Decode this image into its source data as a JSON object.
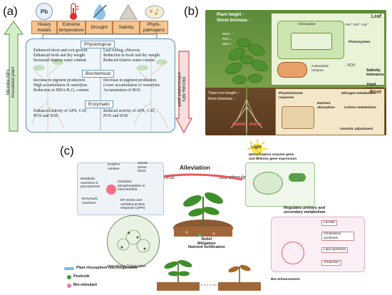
{
  "panels": {
    "a": "(a)",
    "b": "(b)",
    "c": "(c)"
  },
  "panel_a": {
    "stresses": [
      {
        "icon": "Pb",
        "label": "Heavy\nmetals"
      },
      {
        "icon": "",
        "label": "Extreme\ntemperature"
      },
      {
        "icon": "",
        "label": "Drought"
      },
      {
        "icon": "",
        "label": "Salinity"
      },
      {
        "icon": "",
        "label": "Phyto-\npathogens"
      }
    ],
    "left_arrow": "Microbe-NPs\ninoculated plant",
    "right_arrow": "Microbe-NPs\nuninoculated plant",
    "sections": [
      {
        "title": "Physiological",
        "left": [
          "Enhanced shoot and root growth",
          "Enhanced fresh and dry weight",
          "Increased relative water content"
        ],
        "right": [
          "Leaf rolling, chlorosis",
          "Reduction in fresh and dry weight",
          "Reduced relative water content"
        ]
      },
      {
        "title": "Biochemical",
        "left": [
          "Increase in pigment production",
          "High accumulation of osmolytes",
          "Reduction in MDA/H₂O₂ content"
        ],
        "right": [
          "Decrease in pigment production",
          "Lower accumulation of osmolytes",
          "Accumulation of ROS"
        ]
      },
      {
        "title": "Enzymatic",
        "left": [
          "Enhanced activity of APX, CAT,",
          "POX and SOD"
        ],
        "right": [
          "Reduced activity of APX, CAT,",
          "POX and SOD"
        ]
      }
    ]
  },
  "panel_b": {
    "leaf_title": "Leaf",
    "root_title": "Root",
    "plant_height": "Plant height ↑",
    "shoot_biomass": "Shoot biomass ↑",
    "rwc": "RWC ↑",
    "rec": "REC ↓",
    "mda": "MDA ↓",
    "root_length": "Total root length ↑",
    "root_biomass": "Root biomass ↑",
    "salinity_stress": "Salinity stress",
    "photosystem": "Photosystem",
    "antioxidant": "Antioxidant\nenzyme",
    "salinity_tolerance": "Salinity\ntolerance",
    "yield": "Yield\ninduction",
    "chloroplast": "Chloroplast",
    "ions": "Fe²⁺ Zn²⁺ Ca²⁺",
    "phytohormone": "Phytohormone\nresponse",
    "nutrient": "Nutrient\nabsorption",
    "nitrogen": "Nitrogen metabolism",
    "carbon": "Carbon metabolism",
    "osmotic": "Osmotic adjustment"
  },
  "panel_c": {
    "light": "Light",
    "alleviation": "Alleviation",
    "abiotic": "Abiotic stress",
    "biostimulant": "Bio-stimulant",
    "nadph": "NADPH\noxidase",
    "abiotic_factor": "Abiotic\nstress\nfactor",
    "metabolic": "Metabolic\nreactions in\nperoxisomes",
    "oxidative": "Oxidative\nphosphorylation in\nmitochondria",
    "enzymatic": "Enzymatic\nreactions",
    "er": "ER stress and\nunfolded protein\nresponse (UPR)",
    "detox": "Detoxification enzyme gene\nand defense gene expression",
    "regulates": "Regulates primary and\nsecondary metabolism",
    "relief": "Relief\nMitigation\nNutrient fortification",
    "intercellular": "Intercellular Colonization",
    "bio_enhancement": "Bio-enhancement",
    "legend": [
      {
        "label": "Plant rhizosphere microorganisms"
      },
      {
        "label": "Pesticide"
      },
      {
        "label": "Bio-stimulant"
      }
    ],
    "metab": [
      "Lactate",
      "Cholesterol synthesis",
      "Lipid synthesis",
      "Glutamine"
    ]
  }
}
